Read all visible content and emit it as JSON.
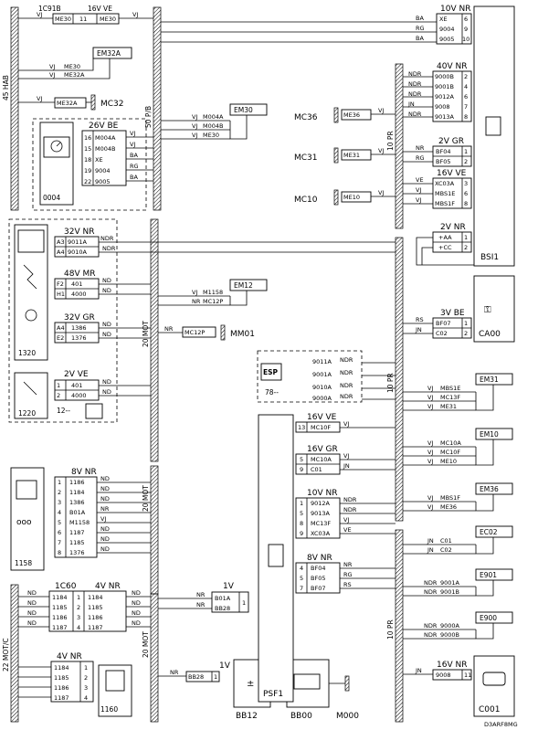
{
  "diagram_id": "D3ARF8MG",
  "buses": {
    "b45": "45 HAB",
    "b50": "50 P/B",
    "b20a": "20 MOT",
    "b20b": "20 MOT",
    "b22": "22 MOT/C",
    "b20c": "20 MOT",
    "r10a": "10 PR",
    "r10b": "10 PR",
    "r10c": "10 PR"
  },
  "c1c91b": {
    "title": "1C91B",
    "conn": "16V VE",
    "rows": [
      [
        "VJ",
        "ME30",
        "11",
        "ME30",
        "VJ"
      ]
    ]
  },
  "em32a": {
    "label": "EM32A",
    "wires": [
      [
        "VJ",
        "ME30"
      ],
      [
        "VJ",
        "ME32A"
      ]
    ]
  },
  "mc32": {
    "label": "MC32",
    "wire": "ME32A",
    "color": "VJ"
  },
  "c0004": {
    "label": "0004",
    "conn": "26V BE",
    "pins": [
      {
        "pin": "16",
        "sig": "M004A",
        "col": "VJ"
      },
      {
        "pin": "15",
        "sig": "M004B",
        "col": "VJ"
      },
      {
        "pin": "18",
        "sig": "XE",
        "col": "BA"
      },
      {
        "pin": "19",
        "sig": "9004",
        "col": "RG"
      },
      {
        "pin": "22",
        "sig": "9005",
        "col": "BA"
      }
    ]
  },
  "em30": {
    "label": "EM30",
    "wires": [
      [
        "VJ",
        "M004A"
      ],
      [
        "VJ",
        "M004B"
      ],
      [
        "VJ",
        "ME30"
      ]
    ]
  },
  "c1320": {
    "label": "1320",
    "g1": {
      "conn": "32V NR",
      "pins": [
        [
          "A3",
          "9011A",
          "NDR"
        ],
        [
          "A4",
          "9010A",
          "NDR"
        ]
      ]
    },
    "g2": {
      "conn": "48V MR",
      "pins": [
        [
          "F2",
          "401",
          "ND"
        ],
        [
          "H1",
          "4000",
          "ND"
        ]
      ]
    },
    "g3": {
      "conn": "32V GR",
      "pins": [
        [
          "A4",
          "1386",
          "ND"
        ],
        [
          "E2",
          "1376",
          "ND"
        ]
      ]
    }
  },
  "em12": {
    "label": "EM12",
    "wires": [
      [
        "VJ",
        "M1158"
      ],
      [
        "NR",
        "MC12P"
      ]
    ]
  },
  "mm01": {
    "label": "MM01",
    "wire": "MC12P",
    "color": "NR"
  },
  "c1220": {
    "label": "1220",
    "conn": "2V VE",
    "pins": [
      [
        "1",
        "401",
        "ND"
      ],
      [
        "2",
        "4000",
        "ND"
      ]
    ]
  },
  "c12": {
    "label": "12--"
  },
  "c1158": {
    "label": "1158",
    "conn": "8V NR",
    "pins": [
      [
        "1",
        "1186",
        "ND"
      ],
      [
        "2",
        "1184",
        "ND"
      ],
      [
        "3",
        "1386",
        "ND"
      ],
      [
        "4",
        "B01A",
        "NR"
      ],
      [
        "5",
        "M1158",
        "VJ"
      ],
      [
        "6",
        "1187",
        "ND"
      ],
      [
        "7",
        "1185",
        "ND"
      ],
      [
        "8",
        "1376",
        "ND"
      ]
    ]
  },
  "c1c60": {
    "title": "1C60",
    "conn": "4V NR",
    "rows": [
      [
        "ND",
        "1184",
        "1",
        "1184",
        "ND"
      ],
      [
        "ND",
        "1185",
        "2",
        "1185",
        "ND"
      ],
      [
        "ND",
        "1186",
        "3",
        "1186",
        "ND"
      ],
      [
        "ND",
        "1187",
        "4",
        "1187",
        "ND"
      ]
    ]
  },
  "c1160": {
    "label": "1160",
    "conn": "4V NR",
    "pins": [
      [
        "1184",
        "1"
      ],
      [
        "1185",
        "2"
      ],
      [
        "1186",
        "3"
      ],
      [
        "1187",
        "4"
      ]
    ]
  },
  "splice1v": {
    "conn": "1V",
    "rows": [
      [
        "NR",
        "B01A"
      ],
      [
        "NR",
        "BB28"
      ]
    ],
    "pin": "1"
  },
  "bb12": {
    "label": "BB12",
    "conn": "1V",
    "wire": "BB28",
    "pin": "1",
    "color": "NR"
  },
  "bb00": {
    "label": "BB00"
  },
  "m000": {
    "label": "M000"
  },
  "esp": {
    "label": "ESP",
    "sub": "78--",
    "wires": [
      [
        "9011A",
        "NDR"
      ],
      [
        "9001A",
        "NDR"
      ],
      [
        "9010A",
        "NDR"
      ],
      [
        "9000A",
        "NDR"
      ]
    ]
  },
  "psf1": {
    "label": "PSF1",
    "g1": {
      "conn": "16V VE",
      "pins": [
        [
          "13",
          "MC10F",
          "VJ"
        ]
      ]
    },
    "g2": {
      "conn": "16V GR",
      "pins": [
        [
          "5",
          "MC10A",
          "VJ"
        ],
        [
          "9",
          "C01",
          "JN"
        ]
      ]
    },
    "g3": {
      "conn": "10V NR",
      "pins": [
        [
          "1",
          "9012A",
          "NDR"
        ],
        [
          "5",
          "9013A",
          "NDR"
        ],
        [
          "8",
          "MC13F",
          "VJ"
        ],
        [
          "9",
          "XC03A",
          "VE"
        ]
      ]
    },
    "g4": {
      "conn": "8V NR",
      "pins": [
        [
          "4",
          "BF04",
          "NR"
        ],
        [
          "5",
          "BF05",
          "RG"
        ],
        [
          "7",
          "BF07",
          "RS"
        ]
      ]
    }
  },
  "bsi1": {
    "label": "BSI1",
    "g1": {
      "conn": "10V NR",
      "pins": [
        [
          "BA",
          "XE",
          "6"
        ],
        [
          "RG",
          "9004",
          "9"
        ],
        [
          "BA",
          "9005",
          "10"
        ]
      ]
    },
    "g2": {
      "conn": "40V NR",
      "pins": [
        [
          "NDR",
          "9000B",
          "2"
        ],
        [
          "NDR",
          "9001B",
          "4"
        ],
        [
          "NDR",
          "9012A",
          "6"
        ],
        [
          "JN",
          "9008",
          "7"
        ],
        [
          "NDR",
          "9013A",
          "8"
        ]
      ]
    },
    "g3": {
      "conn": "2V GR",
      "pins": [
        [
          "NR",
          "BF04",
          "1"
        ],
        [
          "RG",
          "BF05",
          "2"
        ]
      ]
    },
    "g4": {
      "conn": "16V VE",
      "pins": [
        [
          "VE",
          "XC03A",
          "3"
        ],
        [
          "VJ",
          "MBS1E",
          "6"
        ],
        [
          "VJ",
          "MBS1F",
          "8"
        ]
      ]
    },
    "g5": {
      "conn": "2V NR",
      "pins": [
        [
          "+AA",
          "1"
        ],
        [
          "+CC",
          "2"
        ]
      ]
    }
  },
  "mc36": {
    "label": "MC36",
    "wire": "ME36",
    "color": "VJ"
  },
  "mc31": {
    "label": "MC31",
    "wire": "ME31",
    "color": "VJ"
  },
  "mc10": {
    "label": "MC10",
    "wire": "ME10",
    "color": "VJ"
  },
  "ca00": {
    "label": "CA00",
    "conn": "3V BE",
    "pins": [
      [
        "RS",
        "BF07",
        "1"
      ],
      [
        "JN",
        "C02",
        "2"
      ]
    ]
  },
  "em31": {
    "label": "EM31",
    "wires": [
      [
        "VJ",
        "MBS1E"
      ],
      [
        "VJ",
        "MC13F"
      ],
      [
        "VJ",
        "ME31"
      ]
    ]
  },
  "em10": {
    "label": "EM10",
    "wires": [
      [
        "VJ",
        "MC10A"
      ],
      [
        "VJ",
        "MC10F"
      ],
      [
        "VJ",
        "ME10"
      ]
    ]
  },
  "em36": {
    "label": "EM36",
    "wires": [
      [
        "VJ",
        "MBS1F"
      ],
      [
        "VJ",
        "ME36"
      ]
    ]
  },
  "ec02": {
    "label": "EC02",
    "wires": [
      [
        "JN",
        "C01"
      ],
      [
        "JN",
        "C02"
      ]
    ]
  },
  "e901": {
    "label": "E901",
    "wires": [
      [
        "NDR",
        "9001A"
      ],
      [
        "NDR",
        "9001B"
      ]
    ]
  },
  "e900": {
    "label": "E900",
    "wires": [
      [
        "NDR",
        "9000A"
      ],
      [
        "NDR",
        "9000B"
      ]
    ]
  },
  "c001": {
    "label": "C001",
    "conn": "16V NR",
    "pins": [
      [
        "JN",
        "9008",
        "11"
      ]
    ]
  }
}
